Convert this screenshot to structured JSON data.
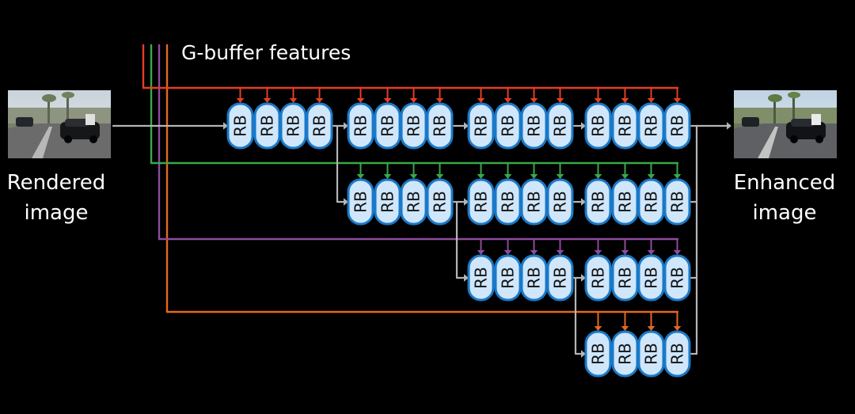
{
  "diagram": {
    "legend_title": "G-buffer features",
    "input_label_line1": "Rendered",
    "input_label_line2": "image",
    "output_label_line1": "Enhanced",
    "output_label_line2": "image",
    "block_label": "RB",
    "stream_colors": [
      "#e53e22",
      "#38a84a",
      "#8e4b9d",
      "#e5681f"
    ],
    "main_line_color": "#b5b5b5",
    "block_fill": "#cfe6fb",
    "block_stroke": "#1a79c8",
    "input_image_icon": "street-scene-photo",
    "output_image_icon": "enhanced-street-scene-photo"
  }
}
